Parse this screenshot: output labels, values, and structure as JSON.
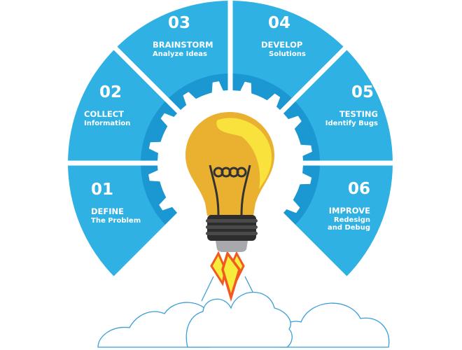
{
  "colors": {
    "segment": "#30b1e3",
    "band": "#1b97d1",
    "bulb": "#eab030",
    "highlight": "#f9e23c",
    "socket": "#3a3a3a",
    "cap": "#a7a9ac",
    "flame_outer": "#f05a22",
    "flame_inner": "#f6ec3b",
    "cloud": "#3b9fd8"
  },
  "steps": [
    {
      "num": "01",
      "title": "DEFINE",
      "sub": "The Problem"
    },
    {
      "num": "02",
      "title": "COLLECT",
      "sub": "Information"
    },
    {
      "num": "03",
      "title": "BRAINSTORM",
      "sub": "Analyze Ideas"
    },
    {
      "num": "04",
      "title": "DEVELOP",
      "sub": "Solutions"
    },
    {
      "num": "05",
      "title": "TESTING",
      "sub": "Identify Bugs"
    },
    {
      "num": "06",
      "title": "IMPROVE",
      "sub": "Redesign",
      "sub2": "and Debug"
    }
  ]
}
